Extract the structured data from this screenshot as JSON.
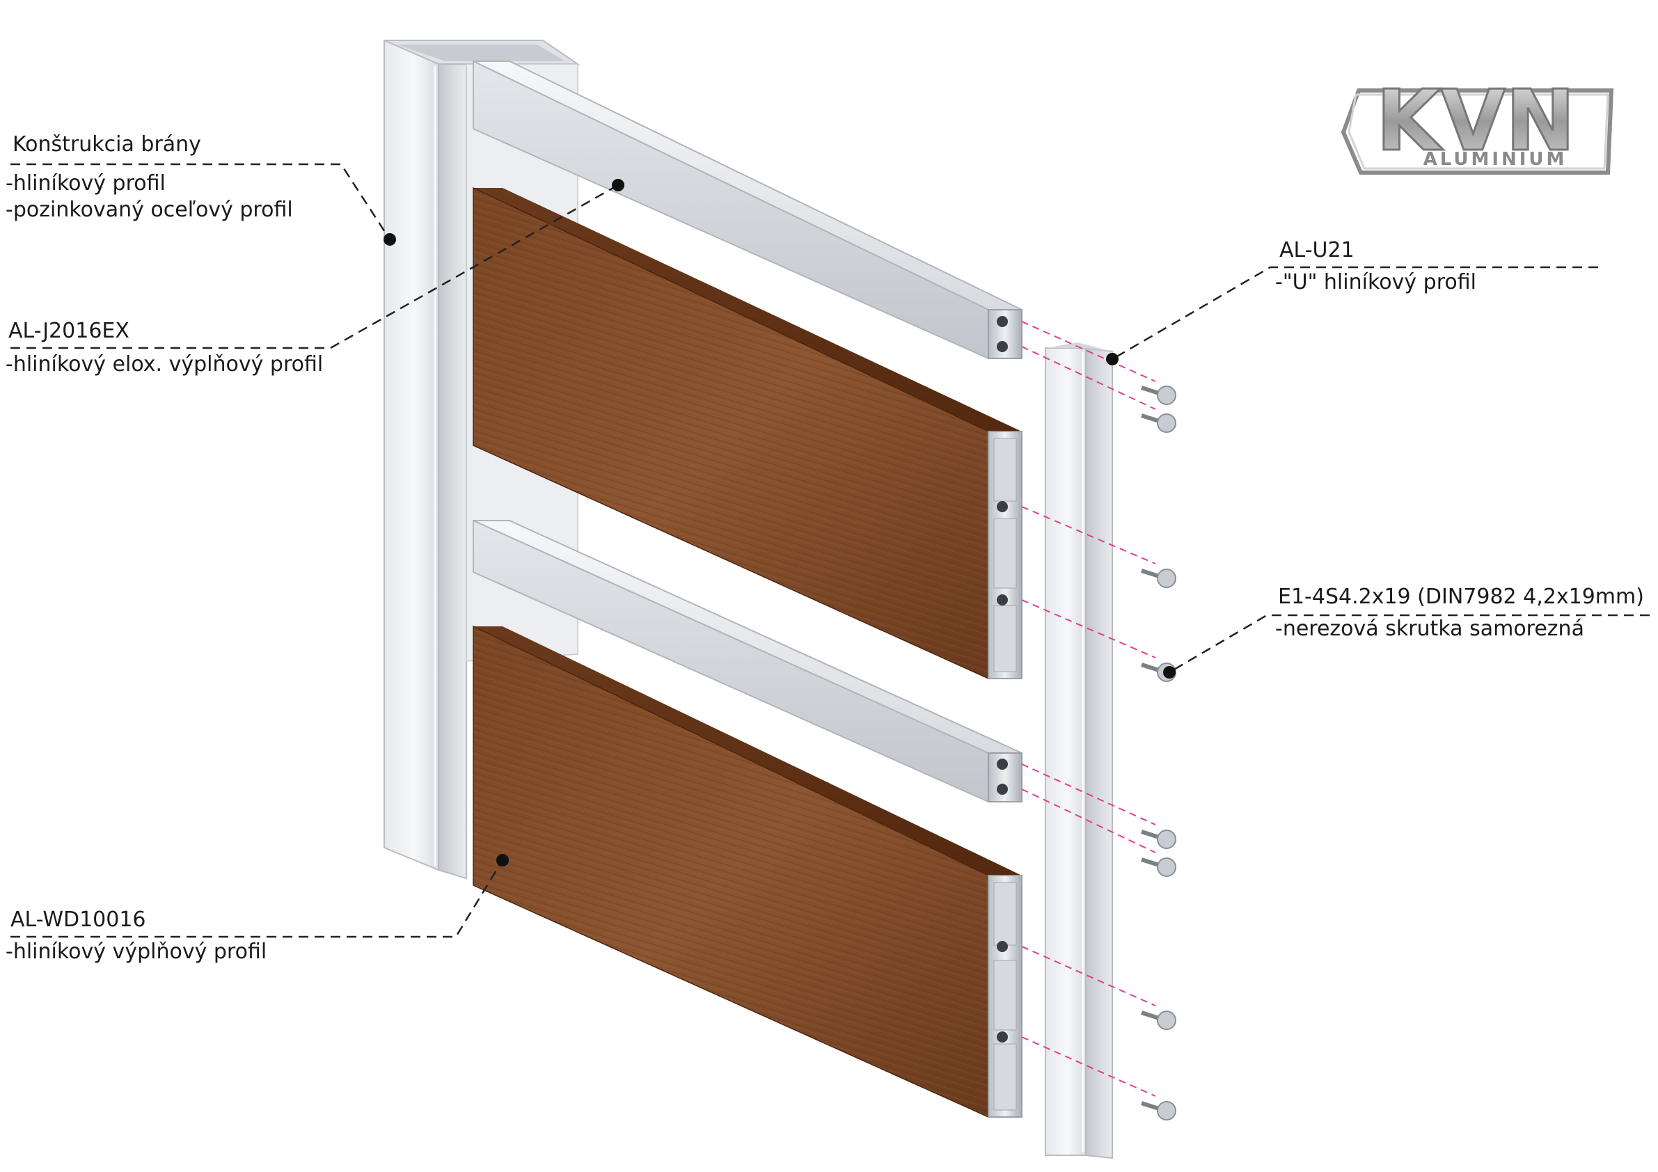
{
  "brand": {
    "main": "KVN",
    "sub": "ALUMINIUM"
  },
  "callouts": {
    "gate": {
      "title": "Konštrukcia brány",
      "line1": "-hliníkový profil",
      "line2": "-pozinkovaný oceľový profil"
    },
    "j2016": {
      "title": "AL-J2016EX",
      "line1": "-hliníkový elox. výplňový profil"
    },
    "wd10016": {
      "title": "AL-WD10016",
      "line1": "-hliníkový výplňový profil"
    },
    "u21": {
      "title": "AL-U21",
      "line1": "-\"U\" hliníkový profil"
    },
    "screw": {
      "title": "E1-4S4.2x19 (DIN7982 4,2x19mm)",
      "line1": "-nerezová skrutka samorezná"
    }
  },
  "colors": {
    "aluminium_light": "#eef0f3",
    "aluminium_mid": "#cfd3d8",
    "aluminium_dark": "#9aa0a8",
    "wood_light": "#8a5330",
    "wood_dark": "#5a3118",
    "guide_line": "#e0408a",
    "leader": "#222222"
  }
}
